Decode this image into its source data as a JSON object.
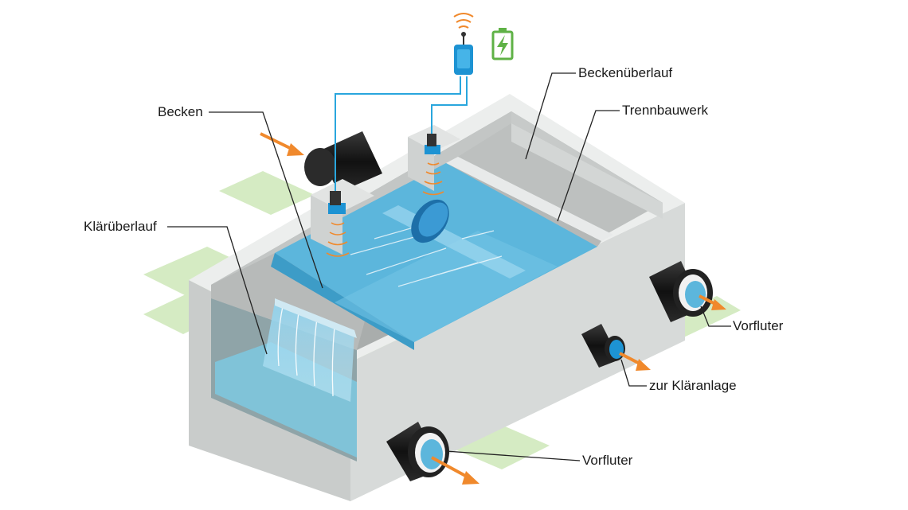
{
  "labels": {
    "becken": "Becken",
    "klaerueberlauf": "Klärüberlauf",
    "beckenueberlauf": "Beckenüberlauf",
    "trennbauwerk": "Trennbauwerk",
    "vorfluter_right": "Vorfluter",
    "zur_klaeranlage": "zur Kläranlage",
    "vorfluter_bottom": "Vorfluter"
  },
  "colors": {
    "ground": "#d5ebc3",
    "concrete_top": "#eceeed",
    "concrete_side": "#cdd0cf",
    "water": "#5cb6dc",
    "cable": "#29a6dd",
    "arrow": "#f0892c",
    "sensor_body": "#1d93d3",
    "battery": "#5fb246"
  },
  "icons": [
    "wifi-signal-icon",
    "battery-charging-icon",
    "ultrasonic-sensor-icon",
    "pipe-icon",
    "flow-arrow-icon"
  ]
}
